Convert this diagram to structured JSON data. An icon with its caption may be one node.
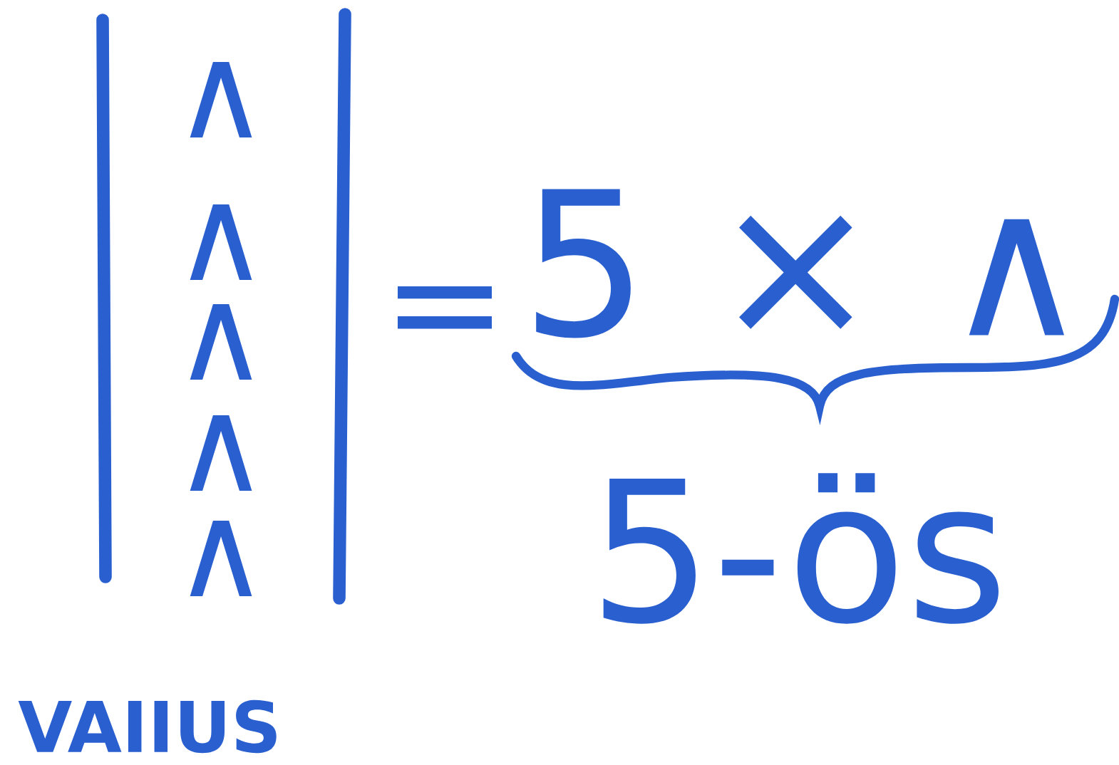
{
  "diagram": {
    "labels": [
      "∧",
      "∧",
      "∧",
      "∧",
      "∧",
      "=",
      "5 × ∧",
      "5-ös",
      "VAIIUS"
    ]
  }
}
